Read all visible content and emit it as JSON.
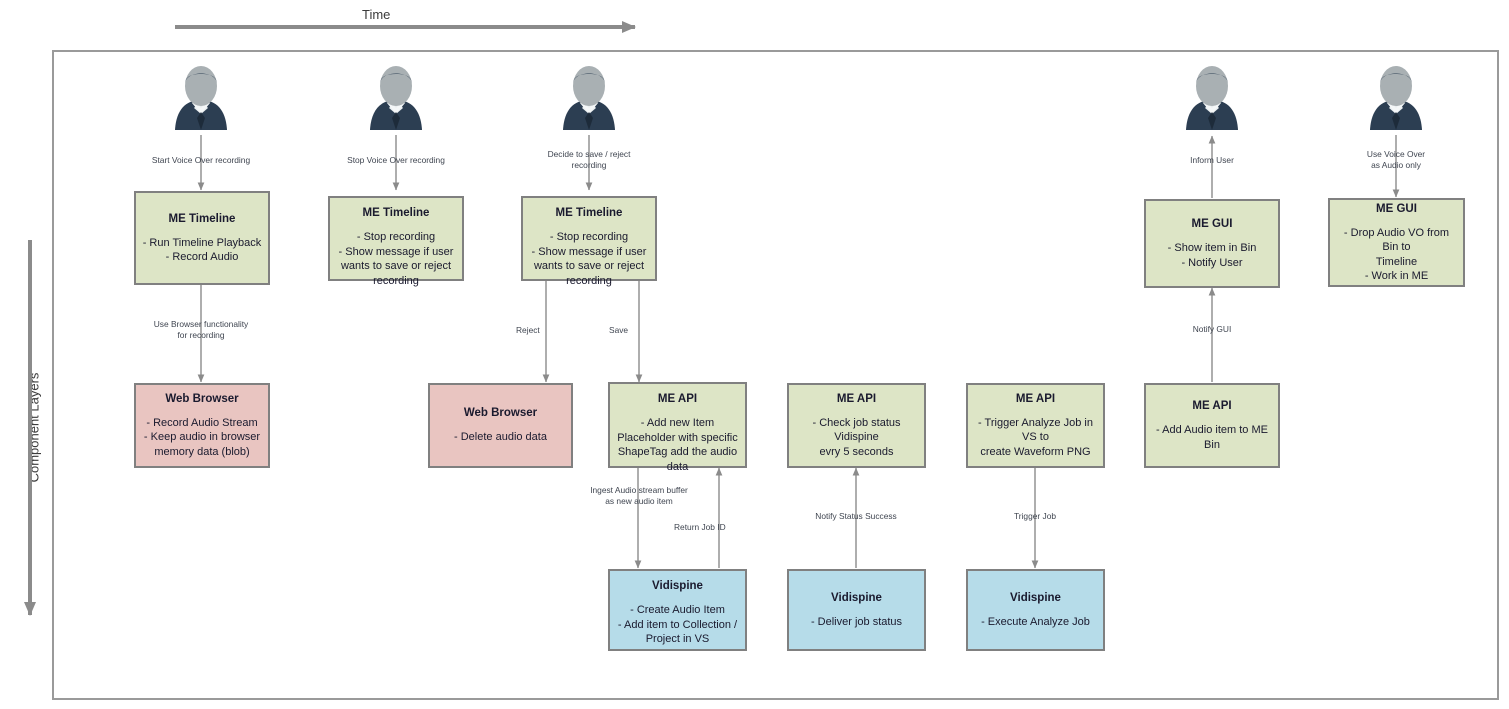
{
  "diagram": {
    "axes": {
      "time_label": "Time",
      "layers_label": "Component Layers"
    },
    "actors": [
      {
        "name": "actor-start-recording"
      },
      {
        "name": "actor-stop-recording"
      },
      {
        "name": "actor-decide"
      },
      {
        "name": "actor-inform"
      },
      {
        "name": "actor-use-vo"
      }
    ],
    "nodes": [
      {
        "id": "me-timeline-1",
        "title": "ME Timeline",
        "body": "- Run Timeline Playback\n- Record Audio",
        "color": "green"
      },
      {
        "id": "me-timeline-2",
        "title": "ME Timeline",
        "body": "- Stop recording\n- Show message if user\nwants to save or reject\nrecording",
        "color": "green"
      },
      {
        "id": "me-timeline-3",
        "title": "ME Timeline",
        "body": "- Stop recording\n- Show message if user\nwants to save or reject\nrecording",
        "color": "green"
      },
      {
        "id": "me-gui-1",
        "title": "ME GUI",
        "body": "- Show item in Bin\n- Notify User",
        "color": "green"
      },
      {
        "id": "me-gui-2",
        "title": "ME GUI",
        "body": "- Drop Audio VO from Bin to\nTimeline\n- Work in ME",
        "color": "green"
      },
      {
        "id": "web-browser-1",
        "title": "Web Browser",
        "body": "- Record Audio Stream\n- Keep audio in browser\nmemory data (blob)",
        "color": "pink"
      },
      {
        "id": "web-browser-2",
        "title": "Web Browser",
        "body": "- Delete audio data",
        "color": "pink"
      },
      {
        "id": "me-api-1",
        "title": "ME API",
        "body": "- Add new Item\nPlaceholder with specific\nShapeTag  add the audio\ndata",
        "color": "green"
      },
      {
        "id": "me-api-2",
        "title": "ME API",
        "body": "- Check job status Vidispine\nevry 5 seconds",
        "color": "green"
      },
      {
        "id": "me-api-3",
        "title": "ME API",
        "body": "- Trigger Analyze Job in VS to\ncreate Waveform PNG",
        "color": "green"
      },
      {
        "id": "me-api-4",
        "title": "ME API",
        "body": "- Add Audio item to ME Bin",
        "color": "green"
      },
      {
        "id": "vidispine-1",
        "title": "Vidispine",
        "body": "- Create Audio Item\n- Add item to Collection /\nProject in VS",
        "color": "blue"
      },
      {
        "id": "vidispine-2",
        "title": "Vidispine",
        "body": "- Deliver job status",
        "color": "blue"
      },
      {
        "id": "vidispine-3",
        "title": "Vidispine",
        "body": "- Execute Analyze Job",
        "color": "blue"
      }
    ],
    "edge_labels": [
      {
        "id": "cap-start-vo",
        "text": "Start Voice Over recording"
      },
      {
        "id": "cap-stop-vo",
        "text": "Stop Voice Over recording"
      },
      {
        "id": "cap-decide",
        "text": "Decide to save / reject\nrecording"
      },
      {
        "id": "cap-inform-user",
        "text": "Inform User"
      },
      {
        "id": "cap-use-vo",
        "text": "Use Voice Over\nas Audio only"
      },
      {
        "id": "cap-use-browser",
        "text": "Use Browser functionality\nfor recording"
      },
      {
        "id": "cap-reject",
        "text": "Reject"
      },
      {
        "id": "cap-save",
        "text": "Save"
      },
      {
        "id": "cap-notify-gui",
        "text": "Notify GUI"
      },
      {
        "id": "cap-ingest",
        "text": "Ingest Audio stream buffer\nas new audio item"
      },
      {
        "id": "cap-return-job-id",
        "text": "Return Job ID"
      },
      {
        "id": "cap-notify-status",
        "text": "Notify Status Success"
      },
      {
        "id": "cap-trigger-job",
        "text": "Trigger Job"
      }
    ],
    "colors": {
      "green_fill": "#dde5c6",
      "pink_fill": "#e9c5c1",
      "blue_fill": "#b6dce9",
      "node_border": "#808080",
      "frame_border": "#9a9a9a",
      "arrow": "#8b8b8b",
      "caption_text": "#3f4550",
      "avatar_suit": "#2c3e52",
      "avatar_skin": "#a9b0b3"
    }
  }
}
